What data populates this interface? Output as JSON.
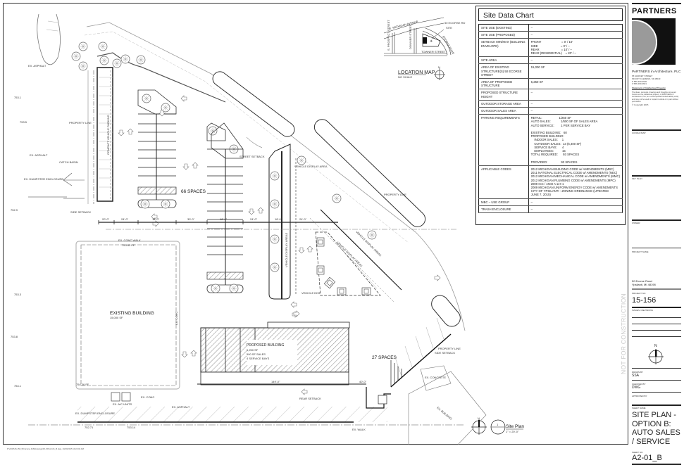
{
  "site_data_chart": {
    "title": "Site Data Chart",
    "rows": [
      {
        "key": "SITE USE (EXISTING)",
        "value": "–"
      },
      {
        "key": "SITE USE (PROPOSED)",
        "value": "–"
      },
      {
        "key": "SETBACK MIN/MAX (BUILDING ENVELOPE)",
        "value": "FRONT                        = 0' / 10'\nSIDE                           = 0' / –\nREAR                          = 10' / –\nREAR (RESIDENTIAL)    = 20' / –"
      },
      {
        "key": "SITE AREA",
        "value": "–"
      },
      {
        "key": "AREA OF EXISTING STRUCTURE(S) 50 ECORSE STREET",
        "value": "15,000 SF"
      },
      {
        "key": "AREA OF PROPOSED STRUCTURE",
        "value": "6,250 SF"
      },
      {
        "key": "PROPOSED STRUCTURE HEIGHT",
        "value": "–"
      },
      {
        "key": "OUTDOOR STORAGE AREA",
        "value": "–"
      },
      {
        "key": "OUTDOOR SALES AREA",
        "value": "–"
      },
      {
        "key": "PARKING REQUIREMENTS",
        "value": "RETAIL:                    1/250 SF\nAUTO SALES:            1/500 SF OF SALES AREA\nAUTO SERVICE:        1 PER SERVICE BAY\n\nEXISTING BUILDING:   60\nPROPOSED BUILDING:\n    INDOOR SALES:     1\n    OUTDOOR SALES:  13 (6,400 SF)\n    SERVICE BAYS:      4\n    EMPLOYEES:          15\nTOTAL REQUIRED:      93 SPACES\n\nPROVIDED:                93 SPACES"
      },
      {
        "key": "APPLICABLE CODES",
        "value": "2012 MICHIGAN BUILDING CODE w/ AMENDMENTS (MBC)\n2011 NATIONAL ELECTRICAL CODE w/ AMENDMENTS (NEC)\n2012 MICHIGAN MECHANICAL CODE w/ AMENDMENTS (MMC)\n2012 MICHIGAN PLUMBING CODE w/ AMENDMENTS (MPC)\n2009 ICC / ANSI A 117.1\n2009 MICHIGAN UNIFORM ENERGY CODE w/ AMENDMENTS\nCITY OF YPSILANTI - ZONING ORDINANCE (UPDATED\nJUNE 7, 2015)"
      },
      {
        "key": "MBC – USE GROUP",
        "value": "–"
      },
      {
        "key": "TRASH ENCLOSURE",
        "value": "–"
      }
    ]
  },
  "location_map": {
    "title": "LOCATION MAP",
    "scale": "NO SCALE",
    "site_label": "50 ECORSE RD",
    "site_sub": "SITE",
    "streets": [
      "E. MICHIGAN AVENUE",
      "S. PROSPECT STREET",
      "DOWNER STREET",
      "TOWNER STREET",
      "ECORSE ROAD"
    ]
  },
  "plan": {
    "existing_building": {
      "label": "EXISTING BUILDING",
      "area": "15,000 SF"
    },
    "proposed_building": {
      "label": "PROPOSED BUILDING",
      "line1": "6,250 SF",
      "line2": "500 SF SALES",
      "line3": "4 SERVICE BAYS"
    },
    "spaces_66": "66 SPACES",
    "spaces_27": "27 SPACES",
    "labels": {
      "property_line": "PROPERTY LINE",
      "side_setback": "SIDE SETBACK",
      "street_setback": "STREET SETBACK",
      "rear_setback": "REAR SETBACK",
      "vehicle_display": "VEHICLE DISPLAY AREAS",
      "vehicle_display_area": "VEHICLE DISPLAY AREA",
      "compact_parking": "COMPACT VEHICLE PARKING",
      "ex_asphalt": "EX. ASPHALT",
      "ex_dumpster": "EX. DUMPSTER ENCLOSURE",
      "ex_conc": "EX. CONC",
      "ex_conc_walk": "EX. CONC WALK",
      "ex_ac_units": "EX. A/C UNITS",
      "ex_concrete": "EX. CONCRETE",
      "ex_building": "EX. BUILDING",
      "catch_basin": "CATCH BASIN",
      "ex_walk": "EX. WALK"
    },
    "dims": [
      "20'-0\"",
      "24'-0\"",
      "18'-0\"",
      "30'-0\"",
      "18'-0\"",
      "24'-0\"",
      "10'-0\"",
      "149'-0\"",
      "40'-0\""
    ],
    "spot_elevs": [
      "753.1",
      "753.5",
      "752.9",
      "753.3",
      "753.8",
      "754.1",
      "752.71",
      "753.14",
      "754.36 FF",
      "753.43 FF"
    ]
  },
  "site_plan_tag": {
    "number": "1",
    "title": "Site Plan",
    "scale": "1\" = 20'-0\""
  },
  "north_label": "N",
  "title_block": {
    "logo": "PARTNERS",
    "firm": "PARTNERS in Architecture, PLC",
    "firm_address": "65 MARKET STREET\nMOUNT CLEMENS, MI 48043\nP 586.469.3600\nF 586.469.3601",
    "copyright_heading": "Statement of Intellectual Property",
    "copyright_text": "The ideas, concepts, drawings and thoughts conveyed herein are the intellectual property of PARTNERS in Architecture, PLC, an unincorporated limited liability entity and may not be used or copied in whole or in part without permission.",
    "copyright_date": "© Copyright 2015",
    "consultant_label": "CONSULTANT",
    "key_plan_label": "KEY PLAN",
    "owner_label": "OWNER",
    "project_name_label": "PROJECT NAME",
    "project_address": "50 Ecorse Road\nYpsilanti, MI 48198",
    "project_no_label": "PROJECT NO.",
    "project_no": "15-156",
    "issues_label": "ISSUES / REVISIONS",
    "drawn_by_label": "DRAWN BY",
    "drawn_by": "SSA",
    "checked_by_label": "CHECKED BY",
    "checked_by": "DWG",
    "approved_by_label": "APPROVED BY",
    "sheet_name_label": "SHEET NAME",
    "sheet_name": "SITE PLAN - OPTION B: AUTO SALES / SERVICE",
    "sheet_no_label": "SHEET NO.",
    "sheet_no": "A2-01_B"
  },
  "watermark": "NOT FOR CONSTRUCTION",
  "footer_path": "P:\\2015\\15-156_50 Ecorse Rd\\Drawings\\15-156 A2-01_B.dwg, 10/20/2015 10:24:04 AM"
}
